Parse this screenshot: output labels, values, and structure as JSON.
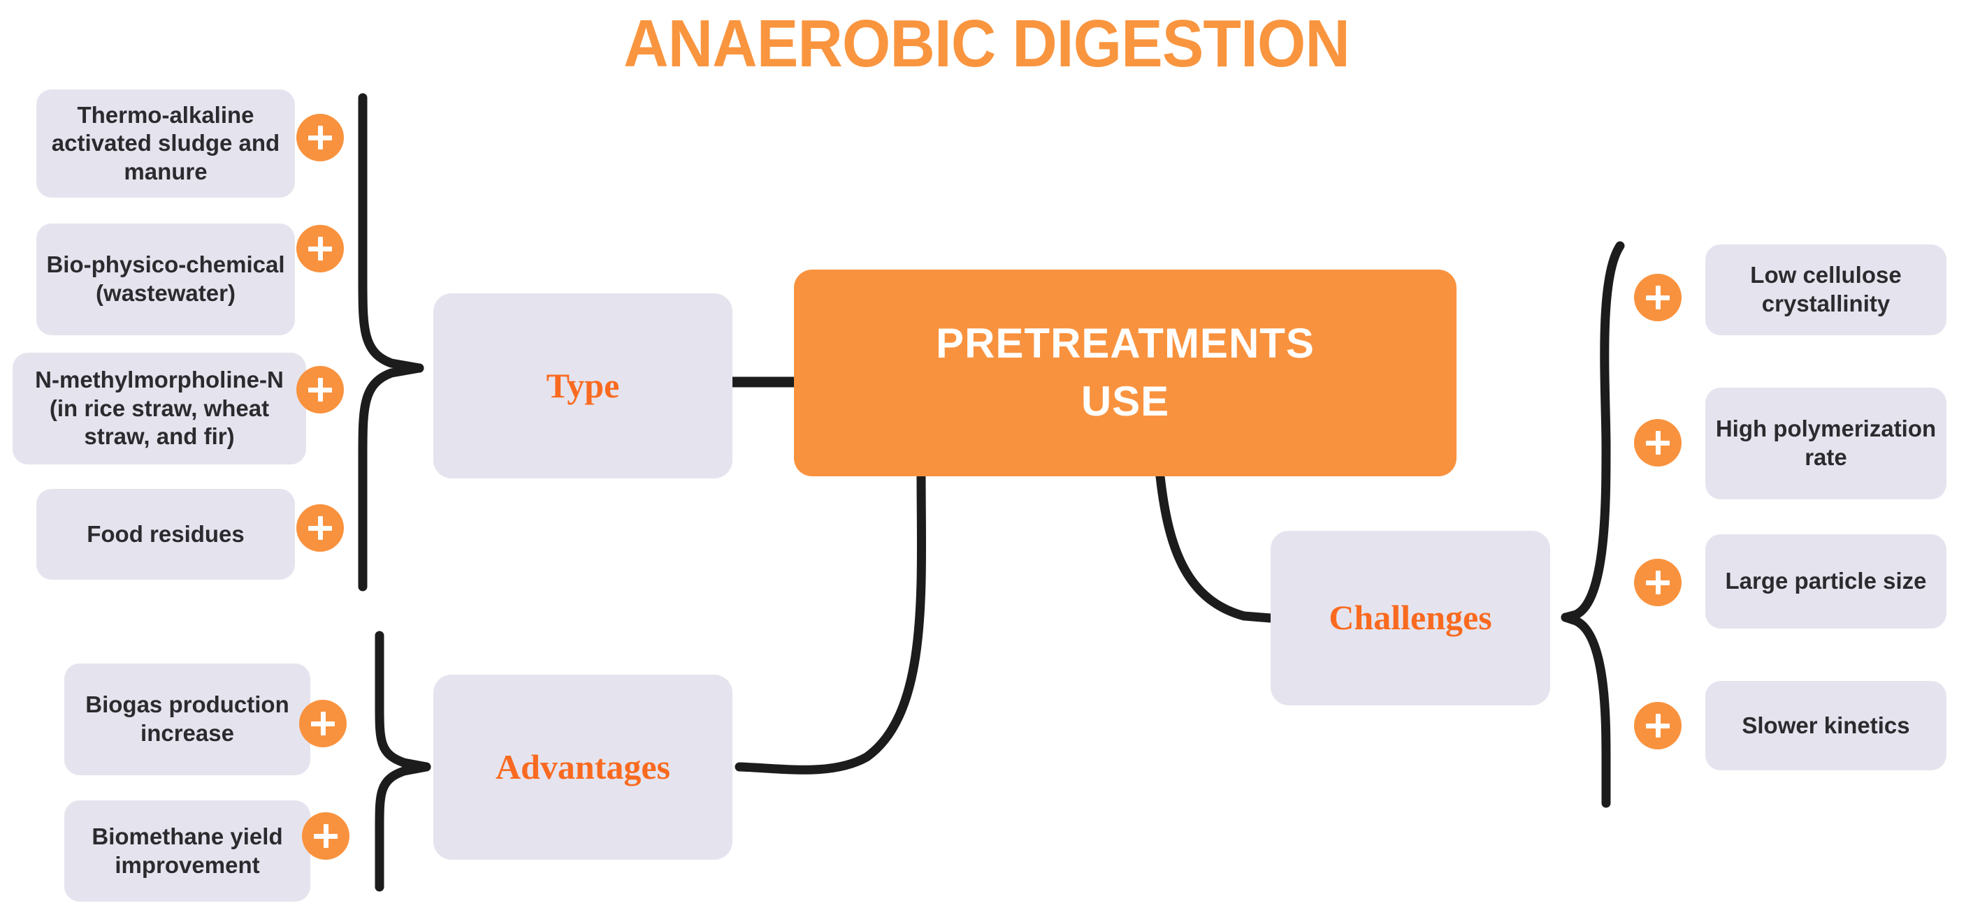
{
  "title": "ANAEROBIC DIGESTION",
  "colors": {
    "accent_orange": "#F9923E",
    "title_orange": "#F9953F",
    "branch_label_orange": "#F96A20",
    "node_lavender": "#E5E4EE",
    "connector_black": "#1C1C1C",
    "leaf_text": "#2B2B2F",
    "center_text": "#FFFFFF",
    "background": "#FFFFFF"
  },
  "center": {
    "label": "PRETREATMENTS USE",
    "line1": "PRETREATMENTS",
    "line2": "USE"
  },
  "branches": [
    {
      "id": "type",
      "label": "Type",
      "side": "left",
      "items": [
        {
          "label": "Thermo-alkaline activated sludge and manure",
          "badge": "plus"
        },
        {
          "label": "Bio-physico-chemical (wastewater)",
          "badge": "plus"
        },
        {
          "label": "N-methylmorpholine-N (in rice straw, wheat straw, and fir)",
          "badge": "plus"
        },
        {
          "label": "Food residues",
          "badge": "plus"
        }
      ]
    },
    {
      "id": "advantages",
      "label": "Advantages",
      "side": "left",
      "items": [
        {
          "label": "Biogas production increase",
          "badge": "plus"
        },
        {
          "label": "Biomethane yield improvement",
          "badge": "plus"
        }
      ]
    },
    {
      "id": "challenges",
      "label": "Challenges",
      "side": "right",
      "items": [
        {
          "label": "Low cellulose crystallinity",
          "badge": "plus"
        },
        {
          "label": "High polymerization rate",
          "badge": "plus"
        },
        {
          "label": "Large particle size",
          "badge": "plus"
        },
        {
          "label": "Slower kinetics",
          "badge": "plus"
        }
      ]
    }
  ]
}
